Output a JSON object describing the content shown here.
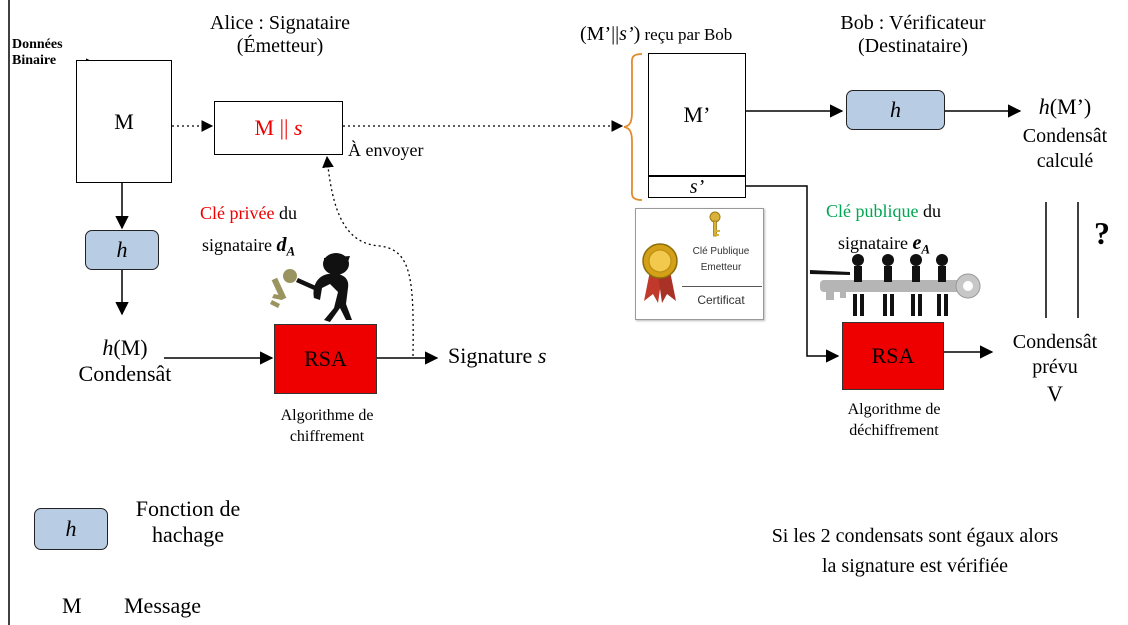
{
  "labels": {
    "donnees_line1": "Données",
    "donnees_line2": "Binaire",
    "alice_line1": "Alice : Signataire",
    "alice_line2": "(Émetteur)",
    "received_prefix": "(M’||",
    "received_s": "s’",
    "received_close": ")",
    "received_suffix": " reçu par Bob",
    "bob_line1": "Bob : Vérificateur",
    "bob_line2": "(Destinataire)",
    "a_envoyer": "À envoyer",
    "cle_privee_colored": "Clé privée",
    "cle_privee_rest": " du",
    "signataire_priv": "signataire ",
    "d_key": "d",
    "d_sub": "A",
    "cle_publique_colored": "Clé publique",
    "cle_publique_rest": " du",
    "signataire_pub": "signataire ",
    "e_key": "e",
    "e_sub": "A",
    "hm_left_h": "h",
    "hm_left_rest": "(M)",
    "condensat_left": "Condensât",
    "signature_text": "Signature ",
    "signature_s": "s",
    "algo_chiff_line1": "Algorithme de",
    "algo_chiff_line2": "chiffrement",
    "algo_dechiff_line1": "Algorithme de",
    "algo_dechiff_line2": "déchiffrement",
    "hm_right_h": "h",
    "hm_right_rest": "(M’)",
    "condensat_calcule_line1": "Condensât",
    "condensat_calcule_line2": "calculé",
    "question_mark": "?",
    "condensat_prevu_line1": "Condensât",
    "condensat_prevu_line2": "prévu",
    "condensat_prevu_line3": "V",
    "legend_h_line1": "Fonction de",
    "legend_h_line2": "hachage",
    "legend_m_symbol": "M",
    "legend_m_text": "Message",
    "conclusion_line1": "Si les 2 condensats sont égaux alors",
    "conclusion_line2": "la signature est vérifiée"
  },
  "boxes": {
    "m_left": "M",
    "m_concat_m": "M || ",
    "m_concat_s": "s",
    "m_prime": "M’",
    "s_prime": "s’",
    "h": "h",
    "rsa": "RSA"
  },
  "certificate": {
    "line1": "Clé Publique",
    "line2": "Emetteur",
    "line3": "Certificat"
  },
  "colors": {
    "hash_box": "#b8cce4",
    "rsa_box": "#ee0000",
    "private_key_text": "#ee0000",
    "public_key_text": "#00a651",
    "brace": "#e38b2c"
  },
  "icons": [
    "key-icon",
    "spy-figure-icon",
    "seal-ribbon-icon",
    "people-carrying-key-icon"
  ]
}
